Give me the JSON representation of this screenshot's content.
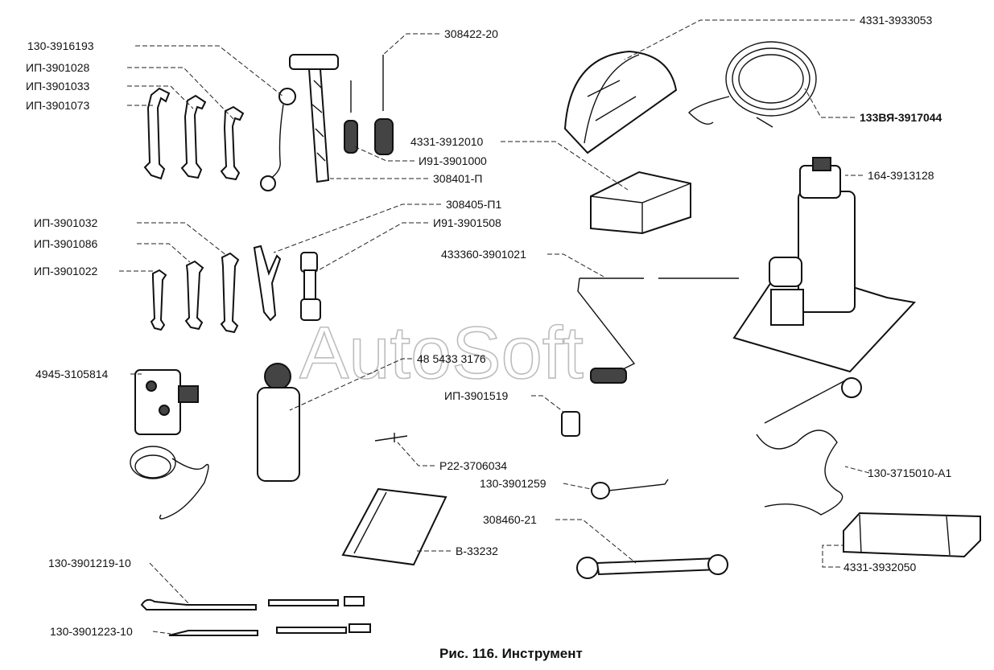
{
  "caption": "Рис. 116. Инструмент",
  "watermark": "AutoSoft",
  "labels": [
    "130-3916193",
    "ИП-3901028",
    "ИП-3901033",
    "ИП-3901073",
    "308422-20",
    "И91-3901000",
    "308401-П",
    "308405-П1",
    "И91-3901508",
    "ИП-3901032",
    "ИП-3901086",
    "ИП-3901022",
    "4945-3105814",
    "48 5433 3176",
    "Р22-3706034",
    "ИП-3901519",
    "130-3901259",
    "308460-21",
    "В-33232",
    "130-3901219-10",
    "130-3901223-10",
    "4331-3933053",
    "133ВЯ-3917044",
    "4331-3912010",
    "164-3913128",
    "433360-3901021",
    "130-3715010-А1",
    "4331-3932050"
  ]
}
